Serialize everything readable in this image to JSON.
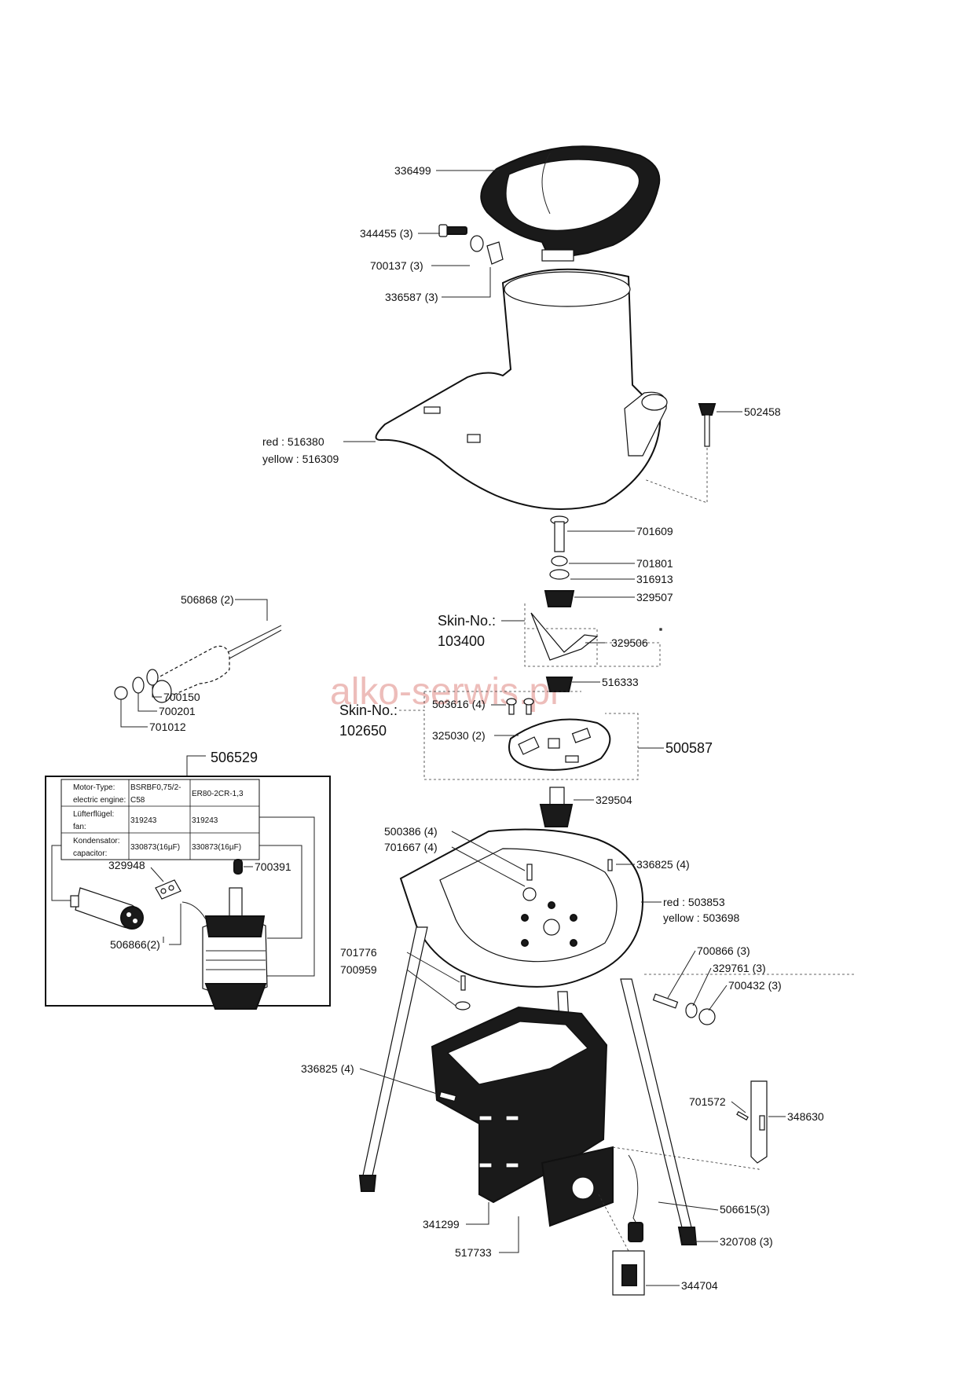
{
  "watermark": "alko-serwis.pl",
  "callouts": {
    "c336499": "336499",
    "c344455": "344455 (3)",
    "c700137": "700137 (3)",
    "c336587": "336587 (3)",
    "c502458": "502458",
    "c516380": "red : 516380",
    "c516309": "yellow : 516309",
    "c701609": "701609",
    "c701801": "701801",
    "c316913": "316913",
    "c329507": "329507",
    "c329506": "329506",
    "c516333": "516333",
    "c503616": "503616 (4)",
    "c325030": "325030 (2)",
    "c500587": "500587",
    "c329504": "329504",
    "c500386": "500386 (4)",
    "c701667": "701667 (4)",
    "c336825a": "336825 (4)",
    "c503853": "red : 503853",
    "c503698": "yellow : 503698",
    "c701776": "701776",
    "c700959": "700959",
    "c700866": "700866 (3)",
    "c329761": "329761 (3)",
    "c700432": "700432 (3)",
    "c336825b": "336825 (4)",
    "c701572": "701572",
    "c348630": "348630",
    "c506615": "506615(3)",
    "c341299": "341299",
    "c517733": "517733",
    "c320708": "320708 (3)",
    "c344704": "344704",
    "c506868": "506868 (2)",
    "c700150": "700150",
    "c700201": "700201",
    "c701012": "701012",
    "c506529": "506529",
    "c329948": "329948",
    "c700391": "700391",
    "c506866": "506866(2)"
  },
  "skin": {
    "label_a": "Skin-No.:",
    "num_a": "103400",
    "label_b": "Skin-No.:",
    "num_b": "102650"
  },
  "motor_table": {
    "rows": [
      {
        "h1": "Motor-Type:",
        "h2": "electric engine:",
        "v1a": "BSRBF0,75/2-",
        "v1b": "C58",
        "v2": "ER80-2CR-1,3"
      },
      {
        "h1": "Lüfterflügel:",
        "h2": "fan:",
        "v1a": "319243",
        "v1b": "",
        "v2": "319243"
      },
      {
        "h1": "Kondensator:",
        "h2": "capacitor:",
        "v1a": "330873(16µF)",
        "v1b": "",
        "v2": "330873(16µF)"
      }
    ]
  }
}
